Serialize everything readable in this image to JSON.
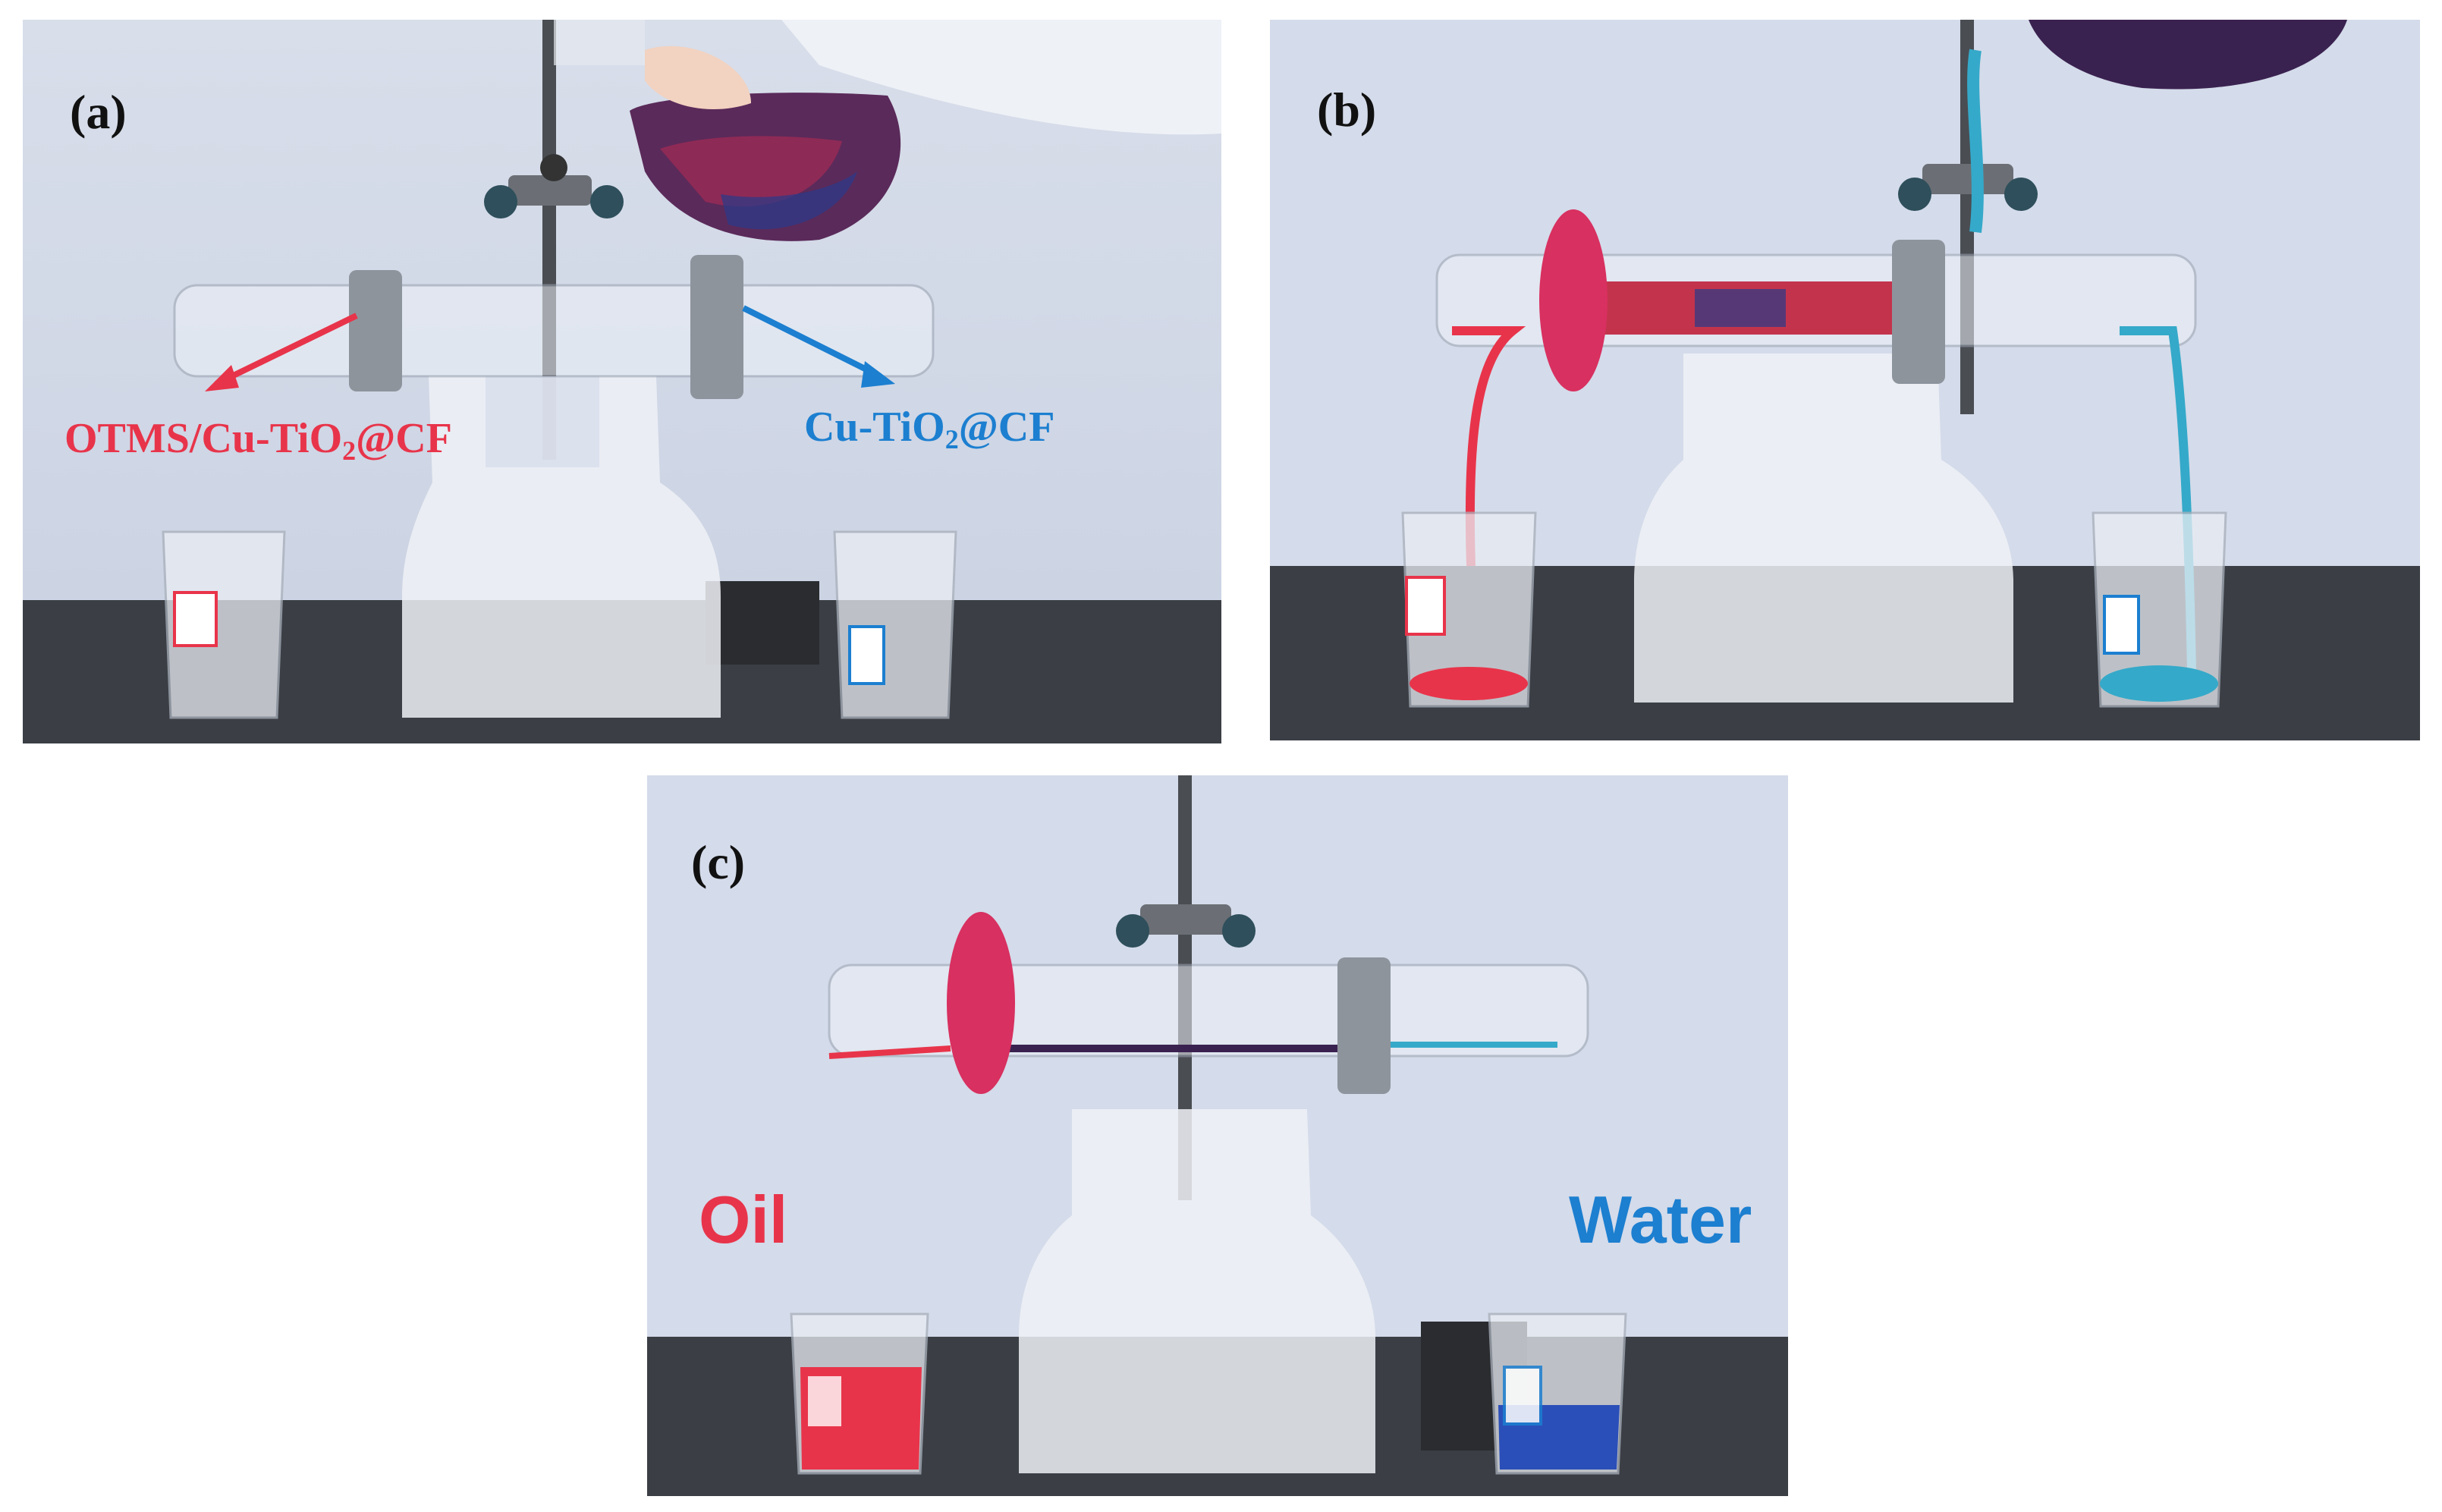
{
  "panels": {
    "a": {
      "label": "(a)",
      "annotations": {
        "left_prefix": "OTMS/Cu-TiO",
        "left_sub": "2",
        "left_suffix": "@CF",
        "right_prefix": "Cu-TiO",
        "right_sub": "2",
        "right_suffix": "@CF"
      }
    },
    "b": {
      "label": "(b)"
    },
    "c": {
      "label": "(c)",
      "annotations": {
        "oil": "Oil",
        "water": "Water"
      }
    }
  },
  "colors": {
    "oil_red": "#e8344a",
    "water_blue": "#1c7fd0",
    "wall": "#d4dbea",
    "bench": "#3b3f45"
  }
}
